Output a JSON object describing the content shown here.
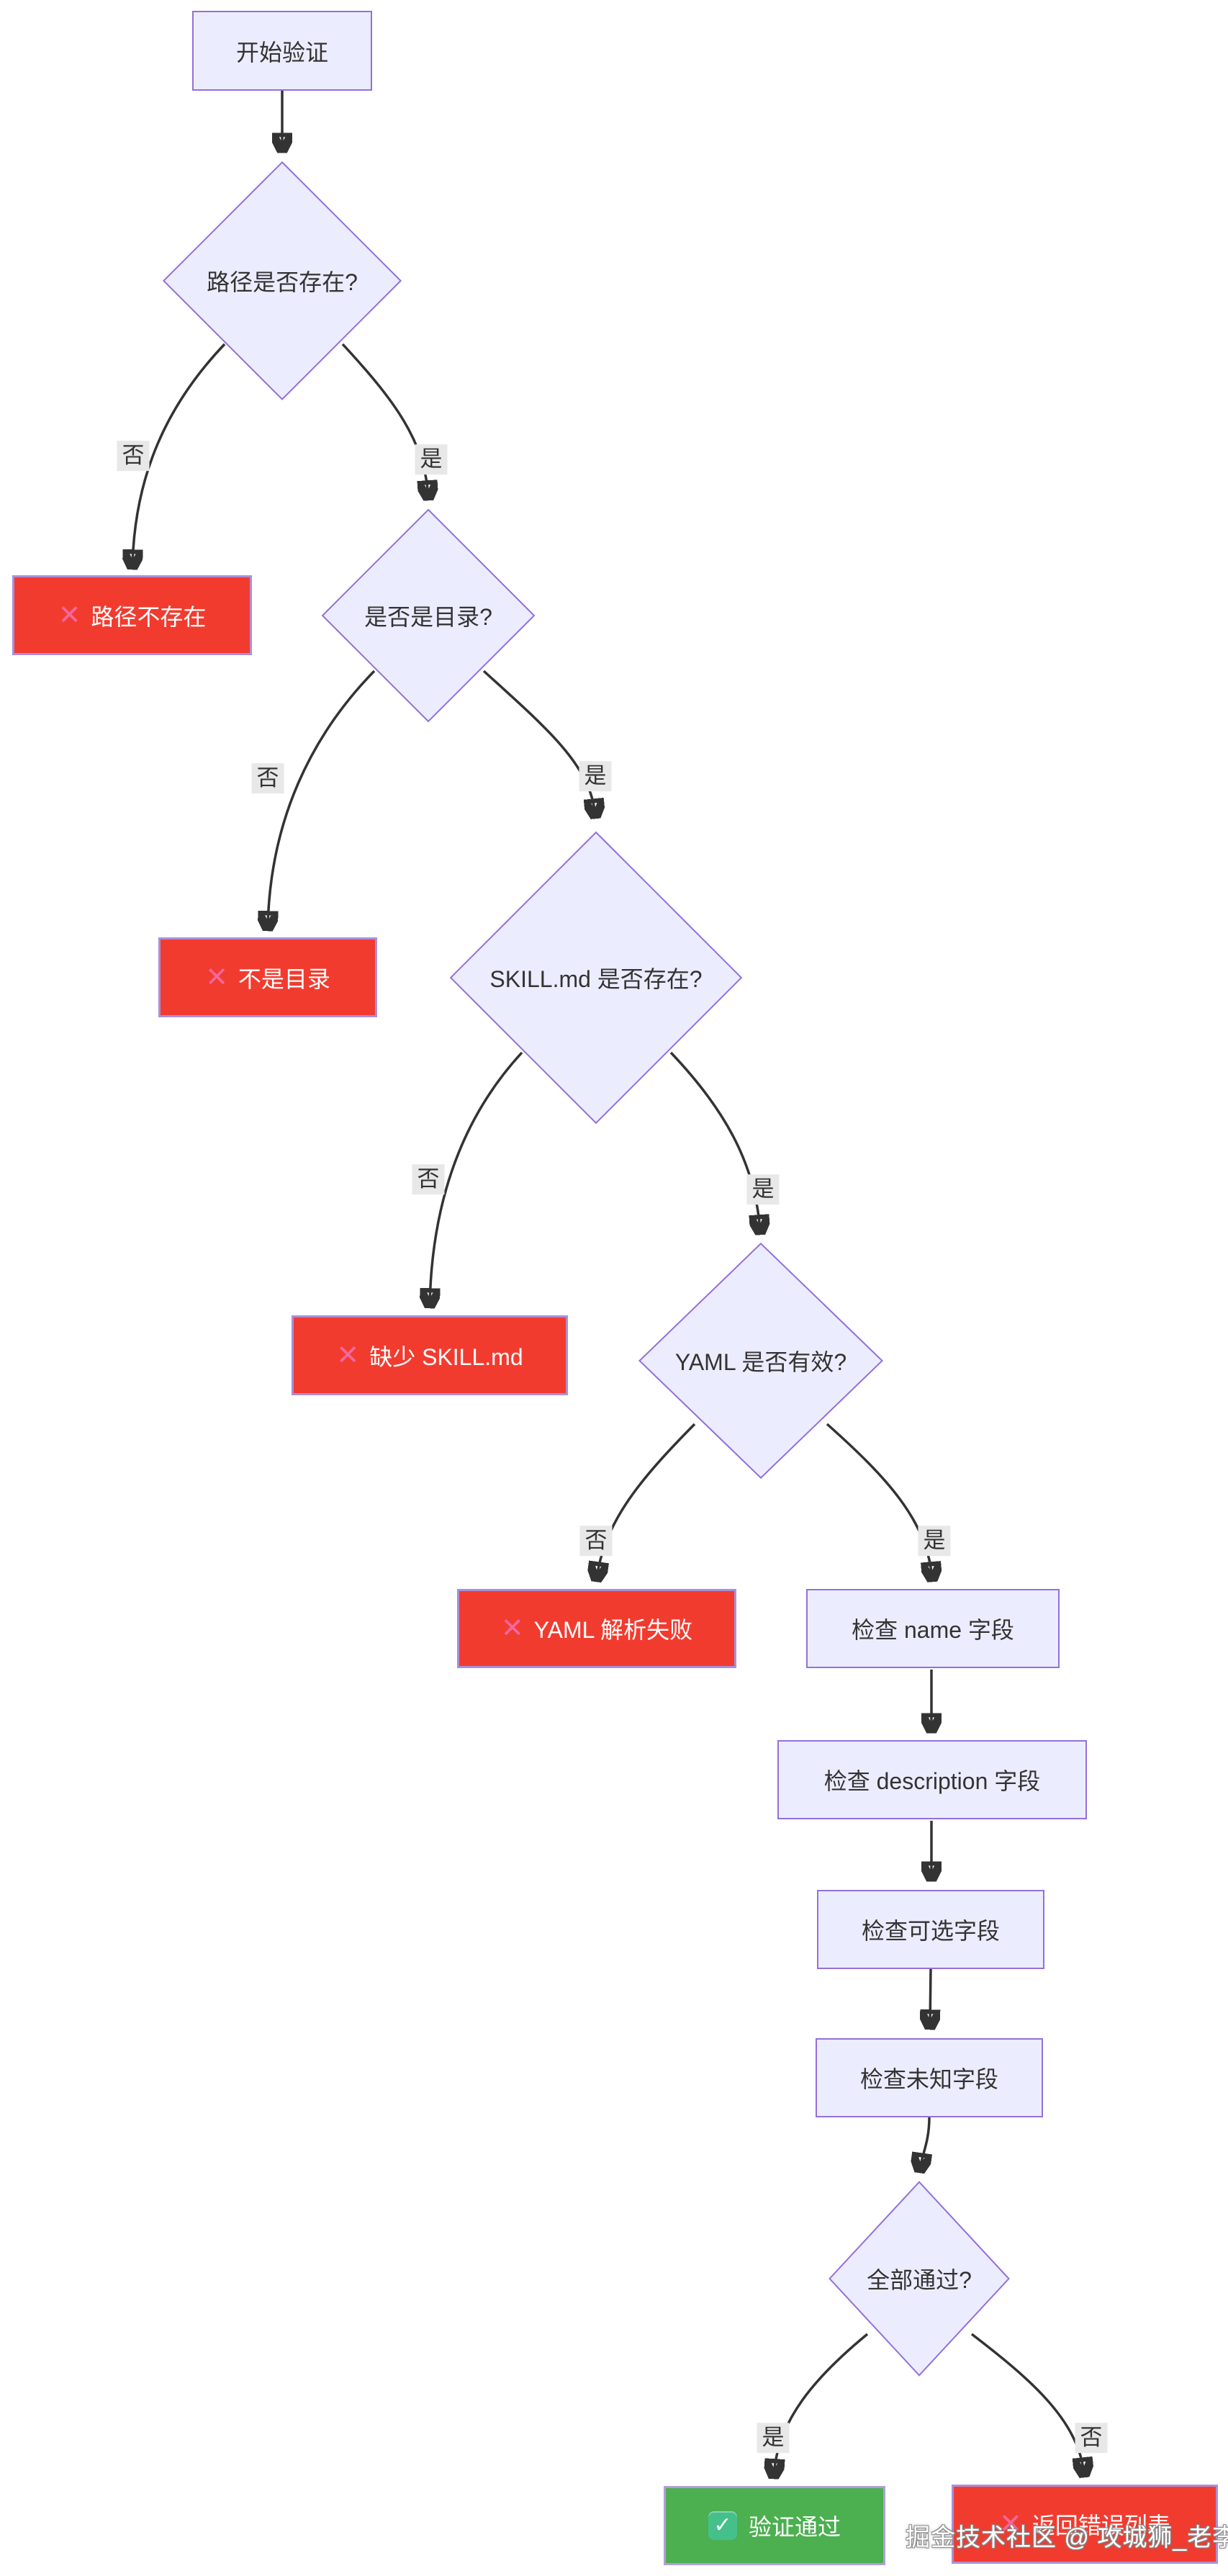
{
  "flowchart": {
    "nodes": {
      "start": "开始验证",
      "check_path": "路径是否存在?",
      "err_path": "路径不存在",
      "check_dir": "是否是目录?",
      "err_dir": "不是目录",
      "check_skill_md": "SKILL.md 是否存在?",
      "err_skill_md": "缺少 SKILL.md",
      "check_yaml": "YAML 是否有效?",
      "err_yaml": "YAML 解析失败",
      "check_name": "检查 name 字段",
      "check_description": "检查 description 字段",
      "check_optional": "检查可选字段",
      "check_unknown": "检查未知字段",
      "check_all_pass": "全部通过?",
      "pass": "验证通过",
      "err_list": "返回错误列表"
    },
    "icons": {
      "cross": "✕",
      "check": "✓"
    },
    "colors": {
      "node_fill": "#ECECFF",
      "node_border": "#9370DB",
      "error_fill": "#F23B2F",
      "success_fill": "#4CAF50",
      "cross_icon": "#F4679D",
      "check_icon_bg": "#45C08A",
      "edge_line": "#333333",
      "edge_label_bg": "#E8E8E8",
      "text_dark": "#333333",
      "text_light": "#FFFFFF"
    },
    "edges": [
      {
        "from": "start",
        "to": "check_path",
        "label": ""
      },
      {
        "from": "check_path",
        "to": "err_path",
        "label": "否"
      },
      {
        "from": "check_path",
        "to": "check_dir",
        "label": "是"
      },
      {
        "from": "check_dir",
        "to": "err_dir",
        "label": "否"
      },
      {
        "from": "check_dir",
        "to": "check_skill_md",
        "label": "是"
      },
      {
        "from": "check_skill_md",
        "to": "err_skill_md",
        "label": "否"
      },
      {
        "from": "check_skill_md",
        "to": "check_yaml",
        "label": "是"
      },
      {
        "from": "check_yaml",
        "to": "err_yaml",
        "label": "否"
      },
      {
        "from": "check_yaml",
        "to": "check_name",
        "label": "是"
      },
      {
        "from": "check_name",
        "to": "check_description",
        "label": ""
      },
      {
        "from": "check_description",
        "to": "check_optional",
        "label": ""
      },
      {
        "from": "check_optional",
        "to": "check_unknown",
        "label": ""
      },
      {
        "from": "check_unknown",
        "to": "check_all_pass",
        "label": ""
      },
      {
        "from": "check_all_pass",
        "to": "pass",
        "label": "是"
      },
      {
        "from": "check_all_pass",
        "to": "err_list",
        "label": "否"
      }
    ]
  },
  "watermark": {
    "text": "掘金技术社区 @ 攻城狮_老李"
  }
}
